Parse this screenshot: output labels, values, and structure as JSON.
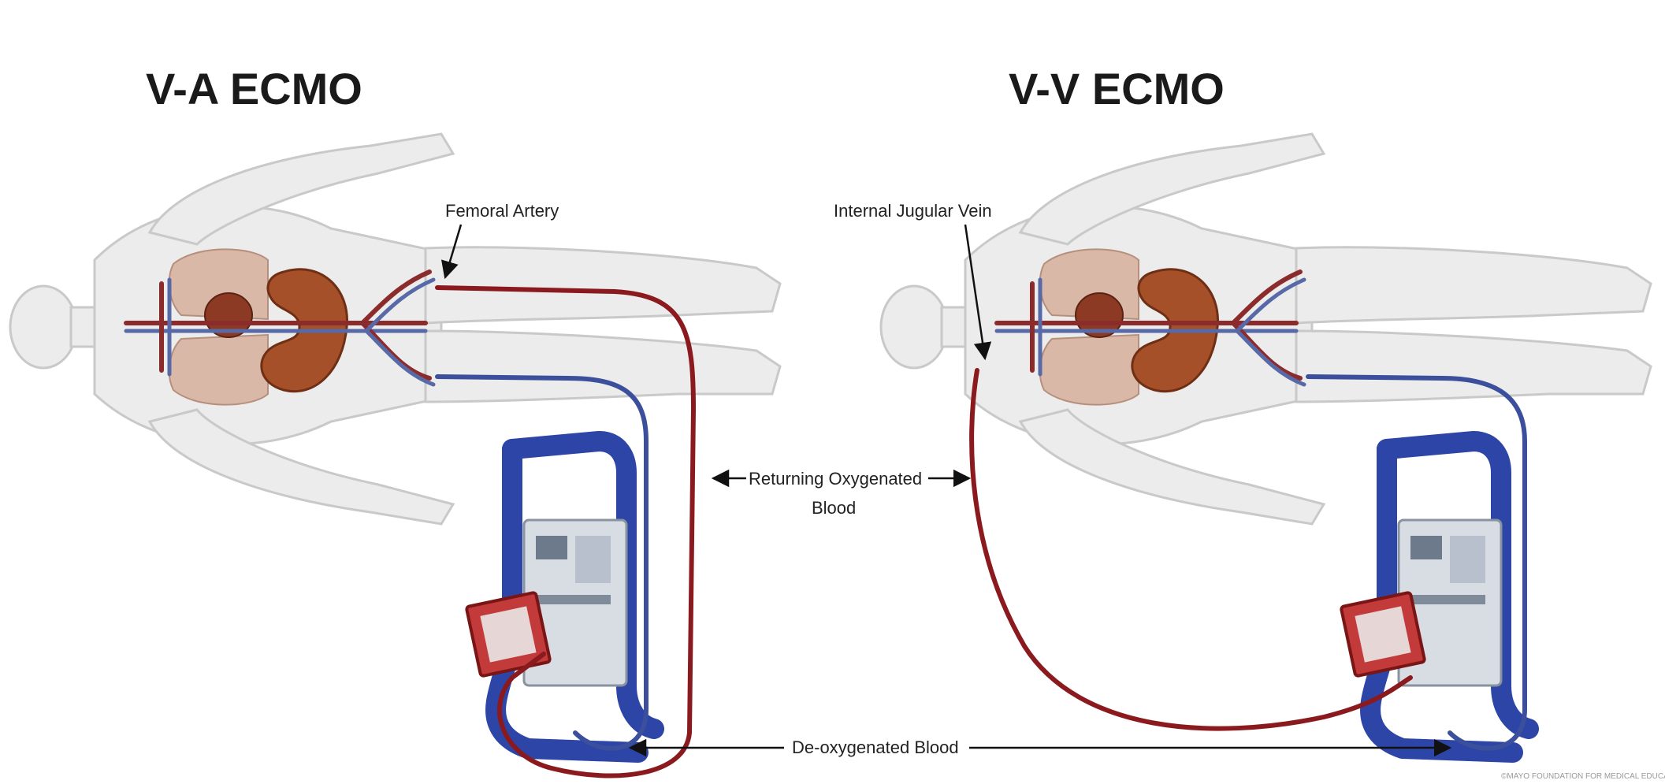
{
  "titles": {
    "left": "V-A ECMO",
    "right": "V-V ECMO"
  },
  "labels": {
    "femoral_artery": "Femoral Artery",
    "internal_jugular_vein": "Internal Jugular Vein",
    "returning_line1": "Returning Oxygenated",
    "returning_line2": "Blood",
    "deoxygenated": "De-oxygenated Blood"
  },
  "credit": "©MAYO FOUNDATION FOR MEDICAL EDUCATION",
  "colors": {
    "oxygenated_tube": "#8b1a1f",
    "deoxygenated_tube": "#3b4f9c",
    "ecmo_frame": "#2c45a6"
  }
}
